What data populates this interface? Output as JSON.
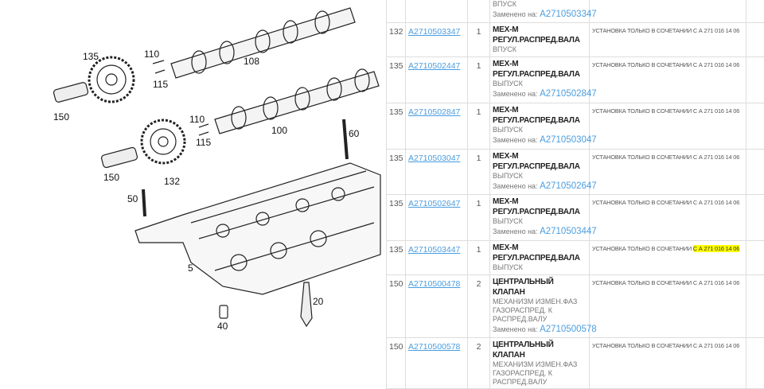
{
  "diagram": {
    "callouts": [
      "135",
      "110",
      "115",
      "108",
      "150",
      "110",
      "115",
      "100",
      "60",
      "150",
      "132",
      "50",
      "5",
      "20",
      "40"
    ]
  },
  "table": {
    "replaced_label": "Заменено на:",
    "top_partial": {
      "sub": "ВПУСК",
      "replaced": "A2710503347"
    },
    "rows": [
      {
        "pos": "132",
        "part": "A2710503347",
        "qty": "1",
        "name": "МЕХ-М РЕГУЛ.РАСПРЕД.ВАЛА",
        "sub": "ВПУСК",
        "replaced": "",
        "note": "УСТАНОВКА ТОЛЬКО В СОЧЕТАНИИ С А 271 016 14 06",
        "note_highlight": ""
      },
      {
        "pos": "135",
        "part": "A2710502447",
        "qty": "1",
        "name": "МЕХ-М РЕГУЛ.РАСПРЕД.ВАЛА",
        "sub": "ВЫПУСК",
        "replaced": "A2710502847",
        "note": "УСТАНОВКА ТОЛЬКО В СОЧЕТАНИИ С А 271 016 14 06",
        "note_highlight": ""
      },
      {
        "pos": "135",
        "part": "A2710502847",
        "qty": "1",
        "name": "МЕХ-М РЕГУЛ.РАСПРЕД.ВАЛА",
        "sub": "ВЫПУСК",
        "replaced": "A2710503047",
        "note": "УСТАНОВКА ТОЛЬКО В СОЧЕТАНИИ С А 271 016 14 06",
        "note_highlight": ""
      },
      {
        "pos": "135",
        "part": "A2710503047",
        "qty": "1",
        "name": "МЕХ-М РЕГУЛ.РАСПРЕД.ВАЛА",
        "sub": "ВЫПУСК",
        "replaced": "A2710502647",
        "note": "УСТАНОВКА ТОЛЬКО В СОЧЕТАНИИ С А 271 016 14 06",
        "note_highlight": ""
      },
      {
        "pos": "135",
        "part": "A2710502647",
        "qty": "1",
        "name": "МЕХ-М РЕГУЛ.РАСПРЕД.ВАЛА",
        "sub": "ВЫПУСК",
        "replaced": "A2710503447",
        "note": "УСТАНОВКА ТОЛЬКО В СОЧЕТАНИИ С А 271 016 14 06",
        "note_highlight": ""
      },
      {
        "pos": "135",
        "part": "A2710503447",
        "qty": "1",
        "name": "МЕХ-М РЕГУЛ.РАСПРЕД.ВАЛА",
        "sub": "ВЫПУСК",
        "replaced": "",
        "note": "УСТАНОВКА ТОЛЬКО В СОЧЕТАНИИ ",
        "note_highlight": "С А 271 016 14 06"
      },
      {
        "pos": "150",
        "part": "A2710500478",
        "qty": "2",
        "name": "ЦЕНТРАЛЬНЫЙ КЛАПАН",
        "sub": "МЕХАНИЗМ ИЗМЕН.ФАЗ ГАЗОРАСПРЕД. К РАСПРЕД.ВАЛУ",
        "replaced": "A2710500578",
        "note": "УСТАНОВКА ТОЛЬКО В СОЧЕТАНИИ С А 271 016 14 06",
        "note_highlight": ""
      },
      {
        "pos": "150",
        "part": "A2710500578",
        "qty": "2",
        "name": "ЦЕНТРАЛЬНЫЙ КЛАПАН",
        "sub": "МЕХАНИЗМ ИЗМЕН.ФАЗ ГАЗОРАСПРЕД. К РАСПРЕД.ВАЛУ",
        "replaced": "",
        "note": "УСТАНОВКА ТОЛЬКО В СОЧЕТАНИИ С А 271 016 14 06",
        "note_highlight": ""
      }
    ]
  }
}
